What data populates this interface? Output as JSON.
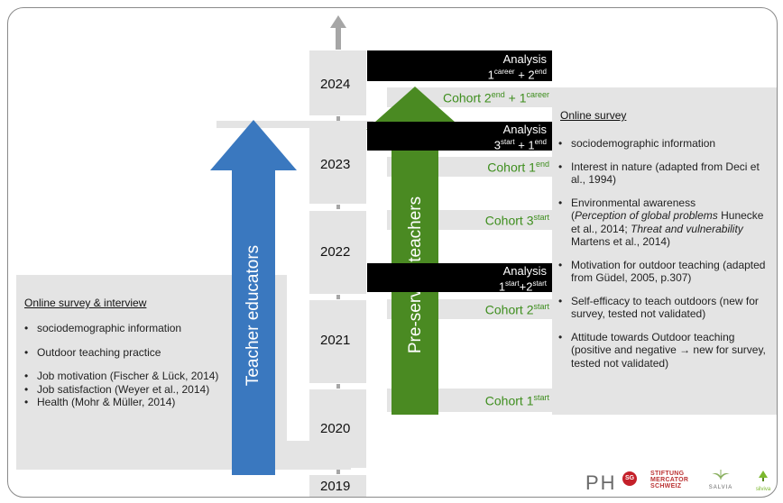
{
  "timeline": {
    "years": [
      "2019",
      "2020",
      "2021",
      "2022",
      "2023",
      "2024"
    ]
  },
  "arrows": {
    "teacher_educators": "Teacher educators",
    "pre_service_teachers": "Pre-service teachers"
  },
  "analyses": [
    {
      "label": "Analysis",
      "base1": "1",
      "sup1": "career",
      "plus": " + ",
      "base2": "2",
      "sup2": "end"
    },
    {
      "label": "Analysis",
      "base1": "3",
      "sup1": "start",
      "plus": " + ",
      "base2": "1",
      "sup2": "end"
    },
    {
      "label": "Analysis",
      "base1": "1",
      "sup1": "start",
      "plus": "+",
      "base2": "2",
      "sup2": "start"
    }
  ],
  "cohorts": [
    {
      "base1": "Cohort 2",
      "sup1": "end",
      "mid": " + 1",
      "sup2": "career"
    },
    {
      "base1": "Cohort 1",
      "sup1": "end"
    },
    {
      "base1": "Cohort 3",
      "sup1": "start"
    },
    {
      "base1": "Cohort 2",
      "sup1": "start"
    },
    {
      "base1": "Cohort 1",
      "sup1": "start"
    }
  ],
  "left_panel": {
    "title": "Online survey & interview",
    "items": [
      "sociodemographic information",
      "Outdoor teaching practice",
      "Job motivation (Fischer & Lück, 2014)",
      "Job satisfaction (Weyer et al., 2014)",
      "Health (Mohr & Müller, 2014)"
    ]
  },
  "right_panel": {
    "title": "Online survey",
    "items": [
      "sociodemographic information",
      "Interest in nature (adapted from Deci et al., 1994)",
      "Environmental awareness",
      "Motivation for outdoor teaching (adapted from Güdel, 2005, p.307)",
      "Self-efficacy to teach outdoors (new for survey, tested not validated)",
      "Attitude towards Outdoor teaching (positive and negative → new for survey, tested not validated)"
    ],
    "env_detail": {
      "p1": "Perception of global problems",
      "p2": " Hunecke et al., 2014; ",
      "p3": "Threat and vulnerability",
      "p4": " Martens et al., 2014)",
      "open": "("
    }
  },
  "logos": {
    "ph": "PH",
    "sg": "SG",
    "mercator": [
      "STIFTUNG",
      "MERCATOR",
      "SCHWEIZ"
    ],
    "salvia": "SALVIA",
    "silviva": "silviva"
  },
  "colors": {
    "teacher_arrow": "#3a78bf",
    "preservice_arrow": "#4a8a22",
    "cohort_text": "#3e8e1e",
    "panel_gray": "#e4e4e4",
    "timeline_gray": "#a6a6a6"
  }
}
